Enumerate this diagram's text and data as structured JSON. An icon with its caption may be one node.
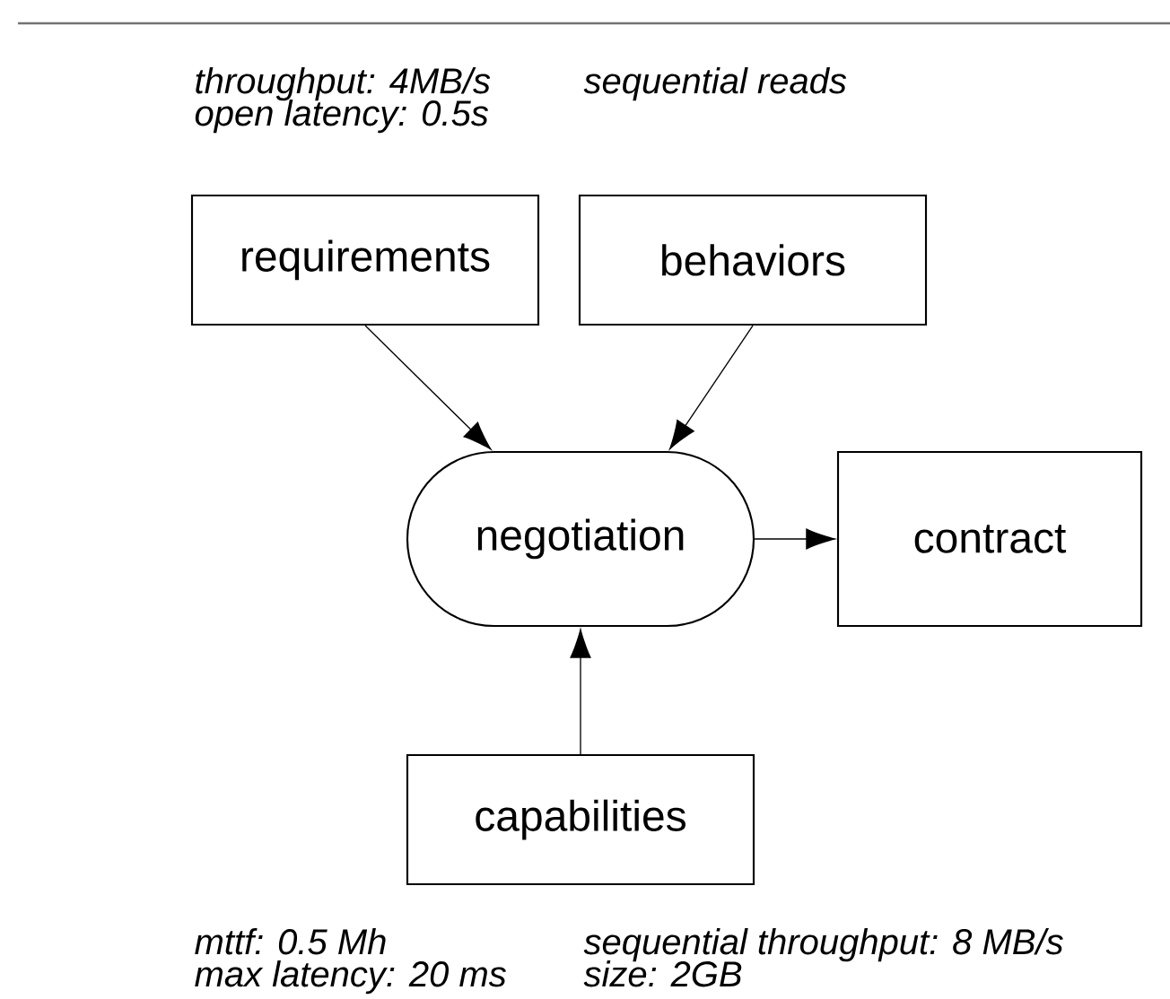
{
  "diagram": {
    "nodes": [
      {
        "text": [
          "requirements"
        ]
      },
      {
        "text": [
          "behaviors"
        ]
      },
      {
        "text": [
          "negotiation"
        ]
      },
      {
        "text": [
          "contract"
        ]
      },
      {
        "text": [
          "capabilities"
        ]
      }
    ],
    "edges": [
      {
        "from": 0,
        "to": 2,
        "arrow": "to"
      },
      {
        "from": 1,
        "to": 2,
        "arrow": "to"
      },
      {
        "from": 2,
        "to": 3,
        "arrow": "to"
      },
      {
        "from": 4,
        "to": 2,
        "arrow": "to"
      }
    ],
    "labels": [
      "throughput: 4MB/s",
      "sequential reads",
      "open latency: 0.5s",
      "mttf: 0.5 Mh",
      "sequential throughput: 8 MB/s",
      "max latency: 20 ms",
      "size: 2GB"
    ]
  }
}
